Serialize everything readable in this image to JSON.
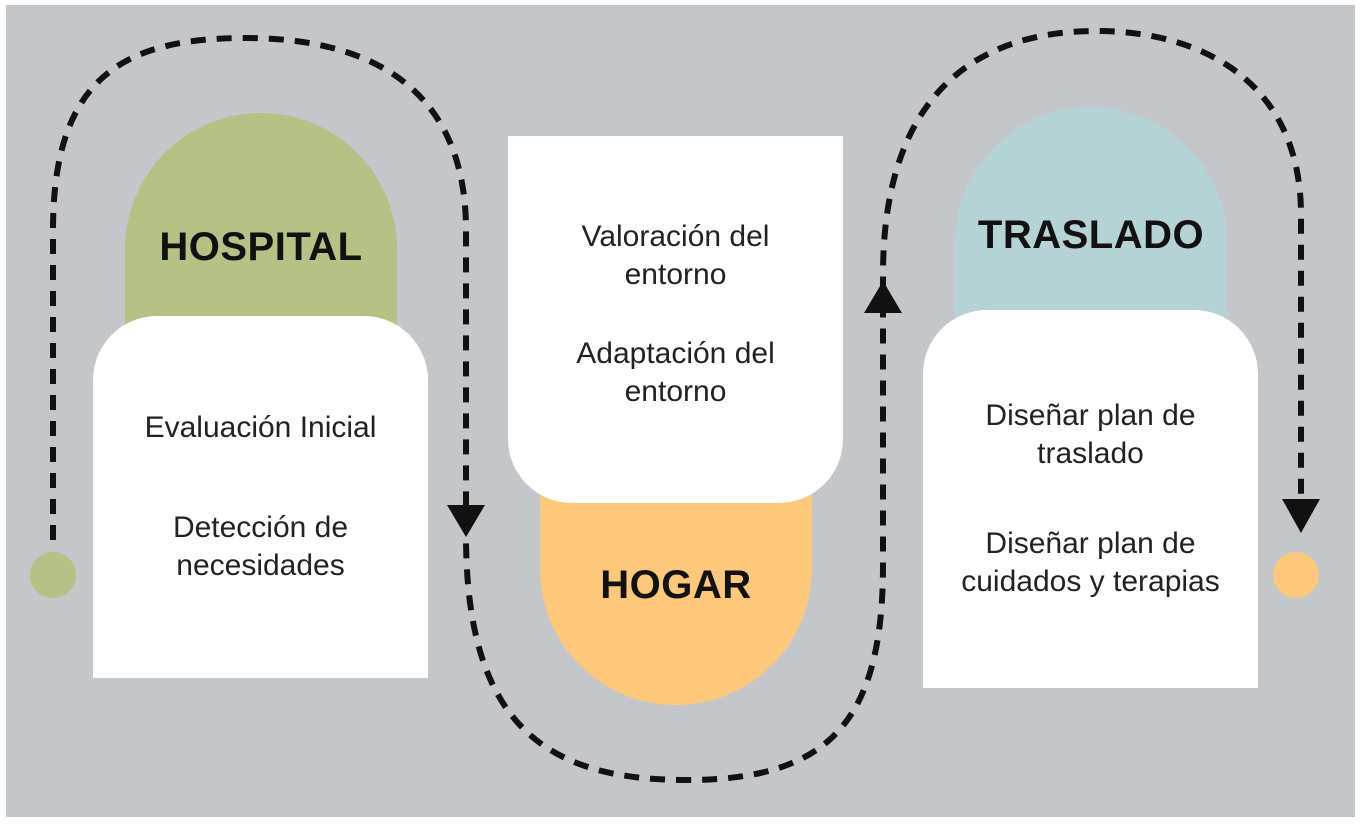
{
  "stages": [
    {
      "title": "HOSPITAL",
      "color": "#b5c185",
      "items": [
        "Evaluación Inicial",
        "Detección de necesidades"
      ]
    },
    {
      "title": "HOGAR",
      "color": "#fdc87b",
      "items": [
        "Valoración del entorno",
        "Adaptación del entorno"
      ]
    },
    {
      "title": "TRASLADO",
      "color": "#b5d3d5",
      "items": [
        "Diseñar plan de traslado",
        "Diseñar plan de cuidados y terapias"
      ]
    }
  ],
  "start_marker_color": "#b5c185",
  "end_marker_color": "#fdc87b",
  "flow_line_color": "#111111"
}
